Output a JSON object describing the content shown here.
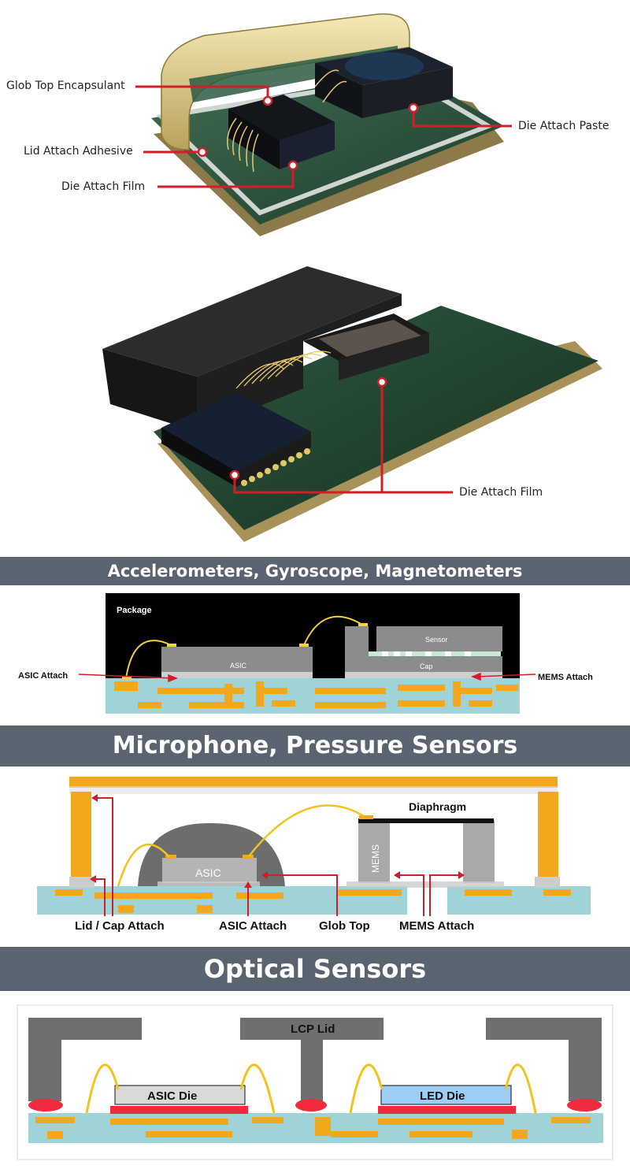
{
  "colors": {
    "banner_bg": "#5a6470",
    "callout_red": "#d11f2a",
    "substrate_teal": "#9fd3d8",
    "trace_orange": "#f2a81d",
    "die_gray": "#8c8c8c",
    "pcb_green": "#234532",
    "led_blue": "#9dcdf2",
    "attach_red": "#ef2b3d"
  },
  "render1": {
    "callouts": {
      "glob_top": "Glob Top Encapsulant",
      "lid_attach": "Lid Attach Adhesive",
      "die_attach_film": "Die Attach Film",
      "die_attach_paste": "Die Attach Paste"
    }
  },
  "render2": {
    "callouts": {
      "die_attach_film": "Die Attach Film"
    }
  },
  "section_accel": {
    "title": "Accelerometers, Gyroscope, Magnetometers",
    "labels": {
      "package": "Package",
      "asic": "ASIC",
      "sensor": "Sensor",
      "cap": "Cap",
      "asic_attach": "ASIC Attach",
      "mems_attach": "MEMS Attach"
    }
  },
  "section_mic": {
    "title": "Microphone, Pressure Sensors",
    "labels": {
      "diaphragm": "Diaphragm",
      "asic": "ASIC",
      "mems": "MEMS",
      "lid_cap_attach": "Lid / Cap Attach",
      "asic_attach": "ASIC Attach",
      "glob_top": "Glob Top",
      "mems_attach": "MEMS Attach"
    }
  },
  "section_optical": {
    "title": "Optical Sensors",
    "labels": {
      "lcp_lid": "LCP Lid",
      "asic_die": "ASIC Die",
      "led_die": "LED Die"
    }
  }
}
